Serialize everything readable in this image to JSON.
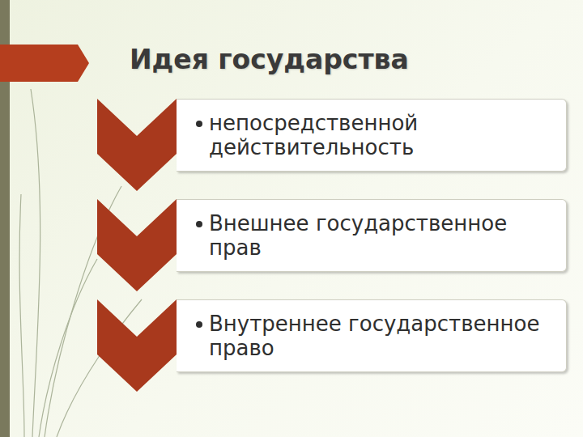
{
  "diagram": {
    "title": "Идея государства",
    "nodes": [
      {
        "text": [
          "непосредственной действительность"
        ]
      },
      {
        "text": [
          "Внешнее государственное прав"
        ]
      },
      {
        "text": [
          "Внутреннее государственное право"
        ]
      }
    ]
  }
}
